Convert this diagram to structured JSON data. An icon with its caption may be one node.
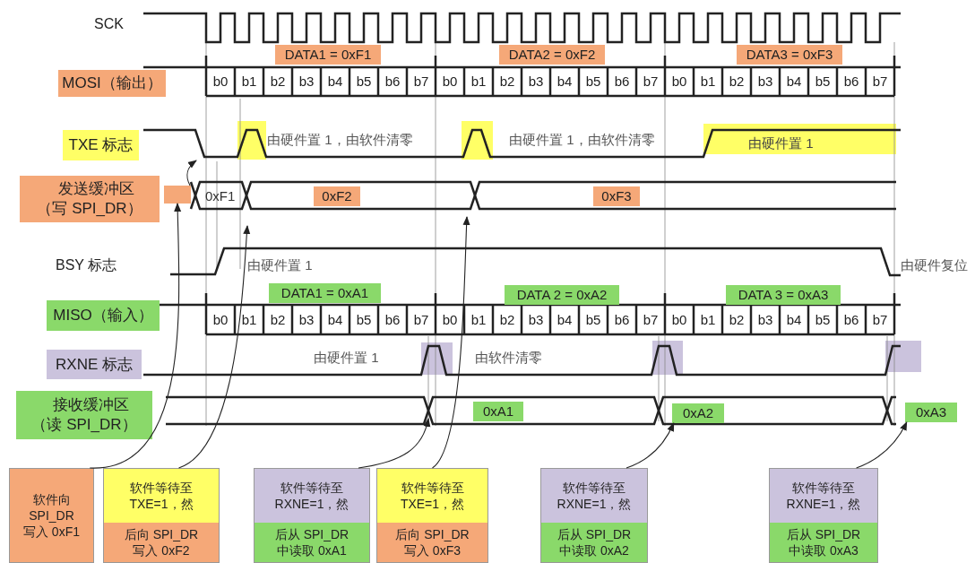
{
  "diagram": {
    "nodes": [
      {
        "text": [
          "DATA1 = 0xF1"
        ]
      },
      {
        "text": [
          "DATA2 = 0xF2"
        ]
      },
      {
        "text": [
          "DATA3 = 0xF3"
        ]
      },
      {
        "text": [
          "MOSI（输出）"
        ]
      },
      {
        "text": [
          "TXE 标志"
        ]
      },
      {
        "text": [
          "发送缓冲区（写 SPI_DR）"
        ]
      },
      {
        "text": [],
        "shape": "box"
      },
      {
        "text": [
          "0xF2"
        ]
      },
      {
        "text": [
          "0xF3"
        ]
      },
      {
        "text": [
          "DATA1 = 0xA1"
        ]
      },
      {
        "text": [
          "DATA 2 = 0xA2"
        ]
      },
      {
        "text": [
          "DATA 3 = 0xA3"
        ]
      },
      {
        "text": [
          "MISO（输入）"
        ]
      },
      {
        "text": [
          "RXNE 标志"
        ]
      },
      {
        "text": [
          "接收缓冲区（读 SPI_DR）"
        ]
      },
      {
        "text": [
          "0xA1"
        ]
      },
      {
        "text": [
          "0xA2"
        ]
      },
      {
        "text": [
          "0xA3"
        ]
      },
      {
        "text": [
          "软件向 SPI_DR 写入 0xF1"
        ]
      },
      {
        "text": [
          "软件等待至 TXE=1，然",
          "后向 SPI_DR 写入 0xF2"
        ]
      },
      {
        "text": [
          "软件等待至 RXNE=1，然",
          "后从 SPI_DR 中读取 0xA1"
        ]
      },
      {
        "text": [
          "软件等待至 TXE=1，然",
          "后向 SPI_DR 写入 0xF3"
        ]
      },
      {
        "text": [
          "软件等待至 RXNE=1，然",
          "后从 SPI_DR 中读取 0xA2"
        ]
      },
      {
        "text": [
          "软件等待至 RXNE=1，然",
          "后从 SPI_DR 中读取 0xA3"
        ]
      }
    ],
    "edges": [
      {
        "from": 18,
        "to": 6,
        "arrow": "to"
      },
      {
        "from": 19,
        "to": null,
        "arrow": "to"
      },
      {
        "from": 20,
        "to": null,
        "arrow": "to"
      },
      {
        "from": 21,
        "to": null,
        "arrow": "to"
      },
      {
        "from": 22,
        "to": 16,
        "arrow": "to"
      },
      {
        "from": 23,
        "to": 17,
        "arrow": "to"
      },
      {
        "from": 6,
        "to": 4,
        "arrow": "to"
      }
    ],
    "labels": [
      "SCK",
      "b0",
      "b1",
      "b2",
      "b3",
      "b4",
      "b5",
      "b6",
      "b7",
      "b0",
      "b1",
      "b2",
      "b3",
      "b4",
      "b5",
      "b6",
      "b7",
      "b0",
      "b1",
      "b2",
      "b3",
      "b4",
      "b5",
      "b6",
      "b7",
      "由硬件置 1，由软件清零",
      "由硬件置 1，由软件清零",
      "由硬件置 1",
      "0xF1",
      "BSY 标志",
      "由硬件置 1",
      "由硬件复位",
      "b0",
      "b1",
      "b2",
      "b3",
      "b4",
      "b5",
      "b6",
      "b7",
      "b0",
      "b1",
      "b2",
      "b3",
      "b4",
      "b5",
      "b6",
      "b7",
      "b0",
      "b1",
      "b2",
      "b3",
      "b4",
      "b5",
      "b6",
      "b7",
      "由硬件置 1",
      "由软件清零"
    ]
  }
}
